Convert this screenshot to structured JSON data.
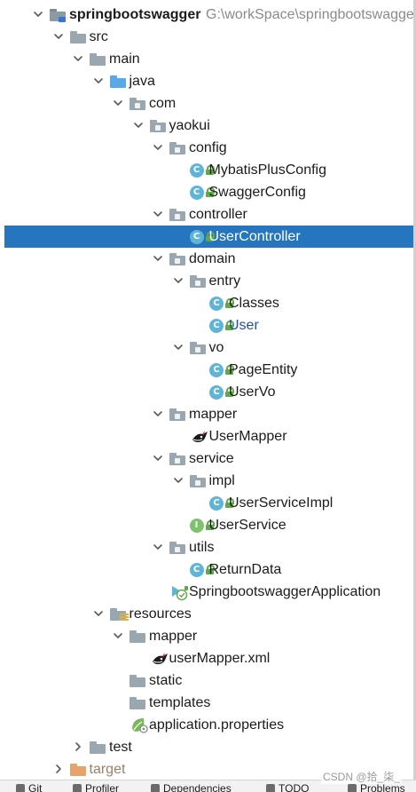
{
  "project_tree": {
    "rows": [
      {
        "level": 0,
        "chevron": "down",
        "icon": "module-folder-icon",
        "label": "springbootswagger",
        "bold": true,
        "path": "G:\\workSpace\\springbootswagger"
      },
      {
        "level": 1,
        "chevron": "down",
        "icon": "folder-icon",
        "label": "src"
      },
      {
        "level": 2,
        "chevron": "down",
        "icon": "folder-icon",
        "label": "main"
      },
      {
        "level": 3,
        "chevron": "down",
        "icon": "source-folder-icon",
        "label": "java"
      },
      {
        "level": 4,
        "chevron": "down",
        "icon": "package-icon",
        "label": "com"
      },
      {
        "level": 5,
        "chevron": "down",
        "icon": "package-icon",
        "label": "yaokui"
      },
      {
        "level": 6,
        "chevron": "down",
        "icon": "package-icon",
        "label": "config"
      },
      {
        "level": 7,
        "chevron": "none",
        "icon": "class-icon",
        "label": "MybatisPlusConfig"
      },
      {
        "level": 7,
        "chevron": "none",
        "icon": "class-icon",
        "label": "SwaggerConfig"
      },
      {
        "level": 6,
        "chevron": "down",
        "icon": "package-icon",
        "label": "controller"
      },
      {
        "level": 7,
        "chevron": "none",
        "icon": "class-icon",
        "label": "UserController",
        "selected": true
      },
      {
        "level": 6,
        "chevron": "down",
        "icon": "package-icon",
        "label": "domain"
      },
      {
        "level": 7,
        "chevron": "down",
        "icon": "package-icon",
        "label": "entry"
      },
      {
        "level": 8,
        "chevron": "none",
        "icon": "class-icon",
        "label": "Classes"
      },
      {
        "level": 8,
        "chevron": "none",
        "icon": "class-icon",
        "label": "User",
        "modified": true
      },
      {
        "level": 7,
        "chevron": "down",
        "icon": "package-icon",
        "label": "vo"
      },
      {
        "level": 8,
        "chevron": "none",
        "icon": "class-icon",
        "label": "PageEntity"
      },
      {
        "level": 8,
        "chevron": "none",
        "icon": "class-icon",
        "label": "UserVo"
      },
      {
        "level": 6,
        "chevron": "down",
        "icon": "package-icon",
        "label": "mapper"
      },
      {
        "level": 7,
        "chevron": "none",
        "icon": "mybatis-mapper-icon",
        "label": "UserMapper"
      },
      {
        "level": 6,
        "chevron": "down",
        "icon": "package-icon",
        "label": "service"
      },
      {
        "level": 7,
        "chevron": "down",
        "icon": "package-icon",
        "label": "impl"
      },
      {
        "level": 8,
        "chevron": "none",
        "icon": "class-icon",
        "label": "UserServiceImpl"
      },
      {
        "level": 7,
        "chevron": "none",
        "icon": "interface-icon",
        "label": "UserService"
      },
      {
        "level": 6,
        "chevron": "down",
        "icon": "package-icon",
        "label": "utils"
      },
      {
        "level": 7,
        "chevron": "none",
        "icon": "class-icon",
        "label": "ReturnData"
      },
      {
        "level": 6,
        "chevron": "none",
        "icon": "spring-boot-app-icon",
        "label": "SpringbootswaggerApplication"
      },
      {
        "level": 3,
        "chevron": "down",
        "icon": "resources-folder-icon",
        "label": "resources"
      },
      {
        "level": 4,
        "chevron": "down",
        "icon": "folder-icon",
        "label": "mapper"
      },
      {
        "level": 5,
        "chevron": "none",
        "icon": "mybatis-xml-icon",
        "label": "userMapper.xml"
      },
      {
        "level": 4,
        "chevron": "none",
        "icon": "folder-icon",
        "label": "static"
      },
      {
        "level": 4,
        "chevron": "none",
        "icon": "folder-icon",
        "label": "templates"
      },
      {
        "level": 4,
        "chevron": "none",
        "icon": "spring-properties-icon",
        "label": "application.properties"
      },
      {
        "level": 2,
        "chevron": "right",
        "icon": "folder-icon",
        "label": "test"
      },
      {
        "level": 1,
        "chevron": "right",
        "icon": "excluded-folder-icon",
        "label": "target",
        "excluded": true
      }
    ]
  },
  "status_bar": {
    "items": [
      {
        "icon": "git-icon",
        "label": "Git"
      },
      {
        "icon": "profiler-icon",
        "label": "Profiler"
      },
      {
        "icon": "dependencies-icon",
        "label": "Dependencies"
      },
      {
        "icon": "todo-icon",
        "label": "TODO"
      },
      {
        "icon": "problems-icon",
        "label": "Problems"
      }
    ]
  },
  "watermark": "CSDN @拾_柒_",
  "colors": {
    "selection": "#2675bf",
    "class_badge": "#5fb5d8",
    "interface_badge": "#7ec36b",
    "modified_text": "#1f4fa8",
    "folder": "#9aa7b0",
    "source_folder": "#58a9e6",
    "excluded_folder": "#e8a26b"
  }
}
